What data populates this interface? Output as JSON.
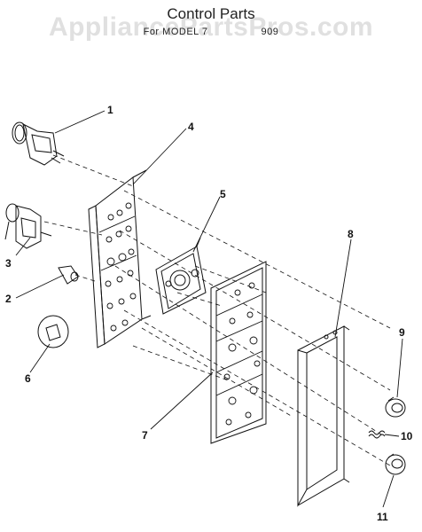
{
  "header": {
    "title": "Control Parts",
    "model_line": "For MODEL 7",
    "model_number_fragment": "909"
  },
  "watermark": "AppliancePartsPros.com",
  "callouts": [
    "1",
    "2",
    "3",
    "4",
    "5",
    "6",
    "7",
    "8",
    "9",
    "10",
    "11"
  ],
  "colors": {
    "line": "#111111",
    "watermark": "#c8c8c8"
  }
}
